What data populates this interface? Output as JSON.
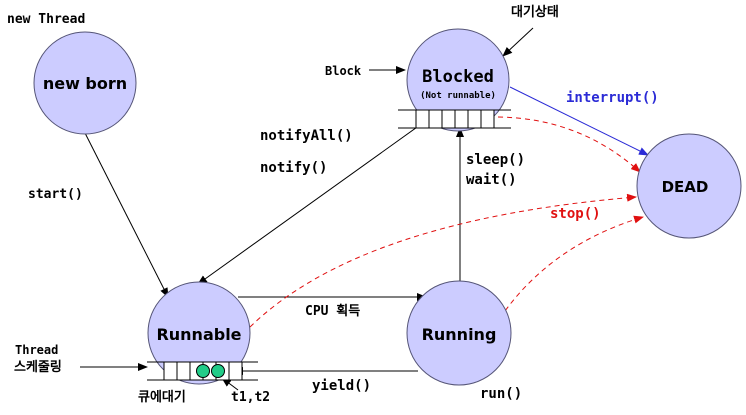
{
  "states": {
    "newborn": "new born",
    "blocked": "Blocked",
    "blocked_sub": "(Not runnable)",
    "runnable": "Runnable",
    "running": "Running",
    "dead": "DEAD"
  },
  "labels": {
    "new_thread": "new Thread",
    "start": "start()",
    "block": "Block",
    "waiting_state": "대기상태",
    "notify_all": "notifyAll()",
    "notify": "notify()",
    "sleep": "sleep()",
    "wait": "wait()",
    "interrupt": "interrupt()",
    "stop": "stop()",
    "cpu_acquire": "CPU 획득",
    "yield": "yield()",
    "run": "run()",
    "thread": "Thread",
    "scheduling": "스케줄링",
    "queue_wait": "큐에대기",
    "t1t2": "t1,t2"
  },
  "colors": {
    "state_fill": "#ccccff",
    "interrupt": "#2b2bd6",
    "stop": "#e01010",
    "queue_token": "#22cc88"
  }
}
